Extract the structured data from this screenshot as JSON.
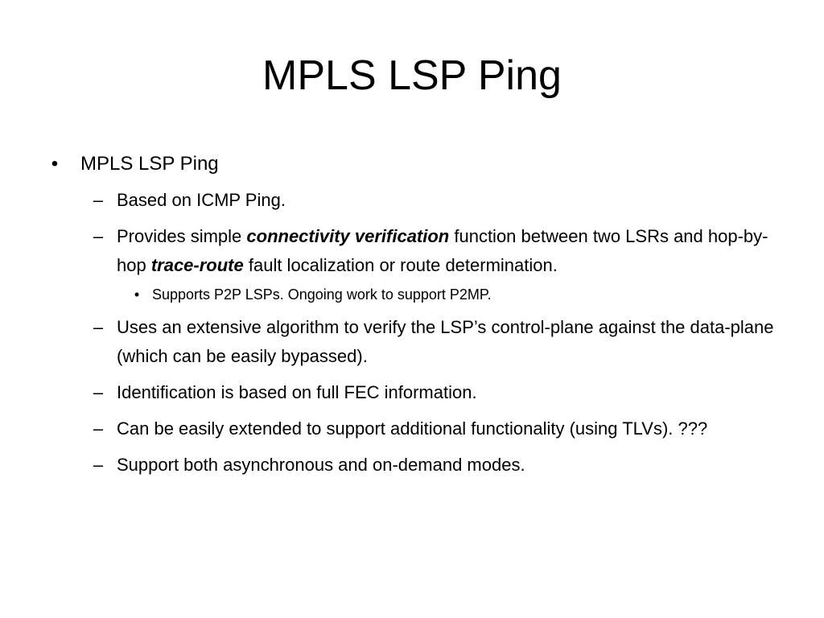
{
  "slide": {
    "title": "MPLS LSP Ping",
    "bullet_marker": "•",
    "dash_marker": "–",
    "sub_bullet_marker": "•",
    "items": [
      {
        "text": "MPLS LSP Ping"
      },
      {
        "text": "Based on ICMP Ping."
      },
      {
        "before1": "Provides simple ",
        "emph1": "connectivity verification",
        "mid": " function between two LSRs and hop-by-hop ",
        "emph2": "trace-route",
        "after": " fault localization or route determination."
      },
      {
        "text": "Supports P2P LSPs. Ongoing work to support P2MP."
      },
      {
        "text": "Uses an extensive algorithm to verify the LSP’s control-plane against the data-plane (which can be easily bypassed)."
      },
      {
        "text": "Identification is based on full FEC information."
      },
      {
        "text": "Can be easily extended to support additional functionality (using TLVs). ???"
      },
      {
        "text": "Support both asynchronous and on-demand modes."
      }
    ]
  }
}
